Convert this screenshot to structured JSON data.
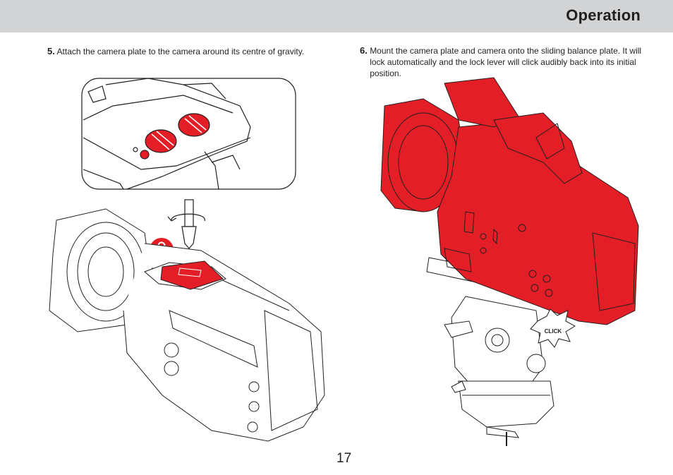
{
  "header": {
    "title": "Operation"
  },
  "steps": [
    {
      "number": "5.",
      "text": "Attach the camera plate to the camera around its centre of gravity."
    },
    {
      "number": "6.",
      "text": "Mount the camera plate and camera onto the sliding balance plate. It will lock automatically and the lock lever will click audibly back into its initial position."
    }
  ],
  "illustration": {
    "click_label": "CLICK"
  },
  "colors": {
    "accent_red": "#e41e26",
    "header_gray": "#d1d3d4",
    "text": "#231f20"
  },
  "icons": [
    "lock-icon",
    "screwdriver-icon",
    "rotate-arrow-icon"
  ],
  "footer": {
    "page_number": "17"
  }
}
